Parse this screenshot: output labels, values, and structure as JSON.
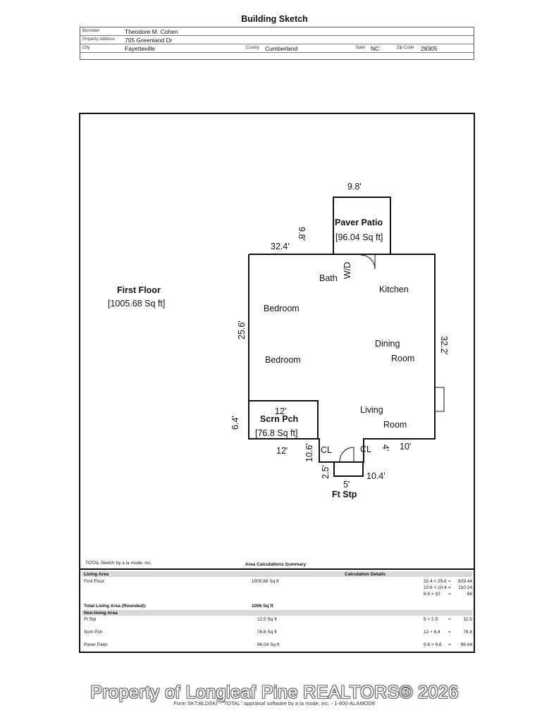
{
  "title": "Building Sketch",
  "header": {
    "borrower_label": "Borrower",
    "borrower": "Theodore M. Cohen",
    "address_label": "Property Address",
    "address": "705 Greenland Dr",
    "city_label": "City",
    "city": "Fayetteville",
    "county_label": "County",
    "county": "Cumberland",
    "state_label": "State",
    "state": "NC",
    "zip_label": "Zip Code",
    "zip": "28305"
  },
  "sketch": {
    "first_floor_label": "First Floor",
    "first_floor_area": "[1005.68 Sq ft]",
    "patio_label": "Paver Patio",
    "patio_area": "[96.04 Sq ft]",
    "porch_label": "Scrn Pch",
    "porch_area": "[76.8 Sq ft]",
    "step_label": "Ft Stp",
    "rooms": [
      "Bath",
      "W/D",
      "Kitchen",
      "Bedroom",
      "Bedroom",
      "Dining",
      "Room",
      "Living",
      "Room",
      "CL",
      "CL"
    ],
    "dims": {
      "patio_width": "9.8'",
      "patio_depth": "9.8'",
      "top_width": "32.4'",
      "left_height": "25.6'",
      "right_height": "32.2'",
      "porch_width": "12'",
      "porch_height": "6.4'",
      "bottom_left_width": "12'",
      "entry_height": "10.6'",
      "step_height": "2.5'",
      "step_width": "5'",
      "bottom_mid_width": "10.4'",
      "right_jog": "4'",
      "bottom_right_width": "10'"
    }
  },
  "credit": "TOTAL Sketch by a la mode, inc.",
  "summary": {
    "title": "Area Calculations Summary",
    "living_header": "Living Area",
    "calc_header": "Calculation Details",
    "living_rows": [
      {
        "name": "First Floor",
        "area": "1005.68 Sq ft"
      }
    ],
    "calc_lines": [
      {
        "expr": "32.4 × 25.6",
        "eq": "=",
        "result": "829.44"
      },
      {
        "expr": "10.6 × 10.4",
        "eq": "=",
        "result": "110.24"
      },
      {
        "expr": "6.6 × 10",
        "eq": "=",
        "result": "66"
      }
    ],
    "total_label": "Total Living Area (Rounded):",
    "total_value": "1006 Sq ft",
    "nonliving_header": "Non-living Area",
    "nonliving_rows": [
      {
        "name": "Ft Stp",
        "area": "12.5 Sq ft",
        "expr": "5 × 2.5",
        "eq": "=",
        "result": "12.5"
      },
      {
        "name": "Scrn Pch",
        "area": "76.8 Sq ft",
        "expr": "12 × 6.4",
        "eq": "=",
        "result": "76.8"
      },
      {
        "name": "Paver Patio",
        "area": "96.04 Sq ft",
        "expr": "9.8 × 9.8",
        "eq": "=",
        "result": "96.04"
      }
    ]
  },
  "watermark": "Property of Longleaf Pine REALTORS® 2026",
  "footer": "Form SKT.BLDSKI - \"TOTAL\" appraisal software by a la mode, inc. - 1-800-ALAMODE"
}
